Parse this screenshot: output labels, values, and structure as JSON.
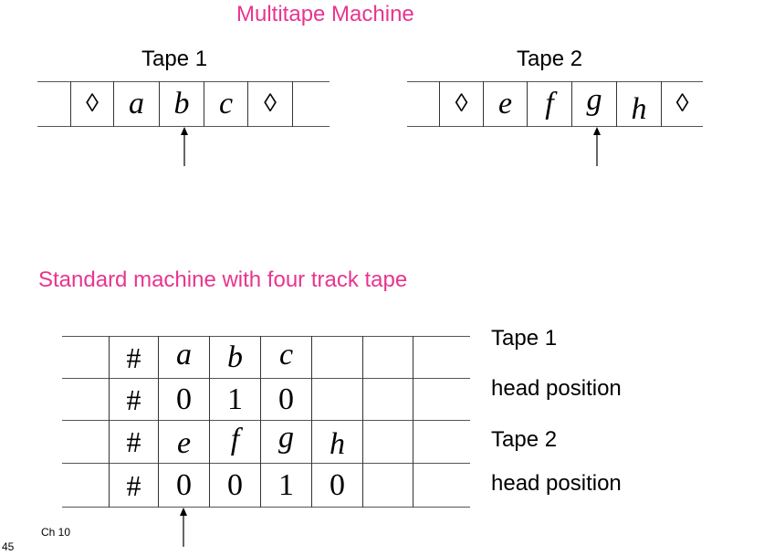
{
  "title": "Multitape Machine",
  "tape1": {
    "label": "Tape 1",
    "cells": [
      "",
      "◊",
      "a",
      "b",
      "c",
      "◊",
      ""
    ]
  },
  "tape2": {
    "label": "Tape 2",
    "cells": [
      "",
      "◊",
      "e",
      "f",
      "g",
      "h",
      "◊"
    ]
  },
  "subtitle": "Standard machine with four track tape",
  "track_table": {
    "rows": [
      {
        "label": "Tape 1",
        "cells": [
          "",
          "#",
          "a",
          "b",
          "c",
          "",
          "",
          ""
        ]
      },
      {
        "label": "head position",
        "cells": [
          "",
          "#",
          "0",
          "1",
          "0",
          "",
          "",
          ""
        ]
      },
      {
        "label": "Tape 2",
        "cells": [
          "",
          "#",
          "e",
          "f",
          "g",
          "h",
          "",
          ""
        ]
      },
      {
        "label": "head position",
        "cells": [
          "",
          "#",
          "0",
          "0",
          "1",
          "0",
          "",
          ""
        ]
      }
    ]
  },
  "footer": {
    "page_number": "45",
    "chapter": "Ch 10"
  },
  "colors": {
    "title": "#e8358f",
    "text": "#000000",
    "lines": "#555555"
  }
}
